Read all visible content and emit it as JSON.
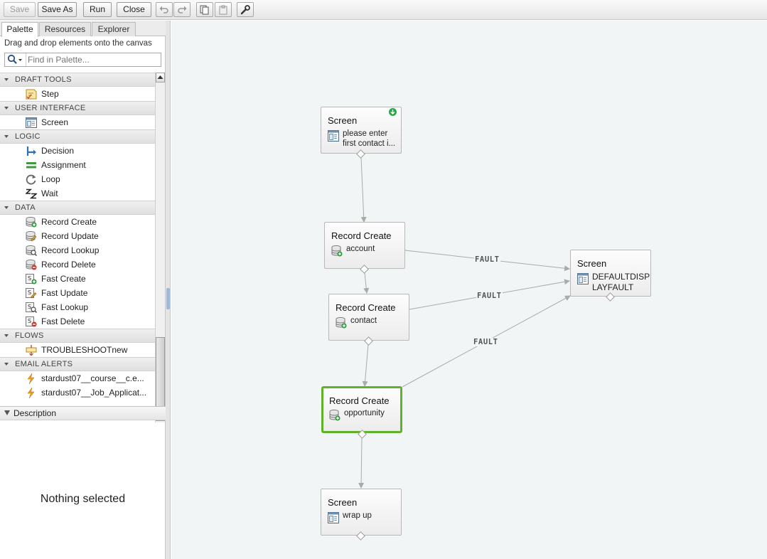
{
  "toolbar": {
    "save_label": "Save",
    "save_as_label": "Save As",
    "run_label": "Run",
    "close_label": "Close"
  },
  "tabs": [
    {
      "label": "Palette",
      "active": true
    },
    {
      "label": "Resources",
      "active": false
    },
    {
      "label": "Explorer",
      "active": false
    }
  ],
  "palette": {
    "hint": "Drag and drop elements onto the canvas",
    "search_placeholder": "Find in Palette...",
    "categories": [
      {
        "label": "DRAFT TOOLS",
        "items": [
          {
            "label": "Step",
            "icon": "step-icon"
          }
        ]
      },
      {
        "label": "USER INTERFACE",
        "items": [
          {
            "label": "Screen",
            "icon": "screen-icon"
          }
        ]
      },
      {
        "label": "LOGIC",
        "items": [
          {
            "label": "Decision",
            "icon": "decision-icon"
          },
          {
            "label": "Assignment",
            "icon": "assignment-icon"
          },
          {
            "label": "Loop",
            "icon": "loop-icon"
          },
          {
            "label": "Wait",
            "icon": "wait-icon"
          }
        ]
      },
      {
        "label": "DATA",
        "items": [
          {
            "label": "Record Create",
            "icon": "record-create-icon"
          },
          {
            "label": "Record Update",
            "icon": "record-update-icon"
          },
          {
            "label": "Record Lookup",
            "icon": "record-lookup-icon"
          },
          {
            "label": "Record Delete",
            "icon": "record-delete-icon"
          },
          {
            "label": "Fast Create",
            "icon": "fast-create-icon"
          },
          {
            "label": "Fast Update",
            "icon": "fast-update-icon"
          },
          {
            "label": "Fast Lookup",
            "icon": "fast-lookup-icon"
          },
          {
            "label": "Fast Delete",
            "icon": "fast-delete-icon"
          }
        ]
      },
      {
        "label": "FLOWS",
        "items": [
          {
            "label": "TROUBLESHOOTnew",
            "icon": "flow-icon"
          }
        ]
      },
      {
        "label": "EMAIL ALERTS",
        "items": [
          {
            "label": "stardust07__course__c.e...",
            "icon": "lightning-icon"
          },
          {
            "label": "stardust07__Job_Applicat...",
            "icon": "lightning-icon"
          }
        ]
      }
    ]
  },
  "description": {
    "header": "Description",
    "empty_text": "Nothing selected"
  },
  "canvas": {
    "nodes": [
      {
        "id": "screen1",
        "title": "Screen",
        "label": "please enter first contact i..."
      },
      {
        "id": "rc_account",
        "title": "Record Create",
        "label": "account"
      },
      {
        "id": "rc_contact",
        "title": "Record Create",
        "label": "contact"
      },
      {
        "id": "rc_opportunity",
        "title": "Record Create",
        "label": "opportunity"
      },
      {
        "id": "screen_wrap",
        "title": "Screen",
        "label": "wrap up"
      },
      {
        "id": "screen_fault",
        "title": "Screen",
        "label": "DEFAULTDISPLAYFAULT"
      }
    ],
    "connectors": [
      {
        "label": "FAULT"
      },
      {
        "label": "FAULT"
      },
      {
        "label": "FAULT"
      }
    ],
    "colors": {
      "selected_border": "#5fb22a",
      "start_badge": "#26a844"
    }
  }
}
